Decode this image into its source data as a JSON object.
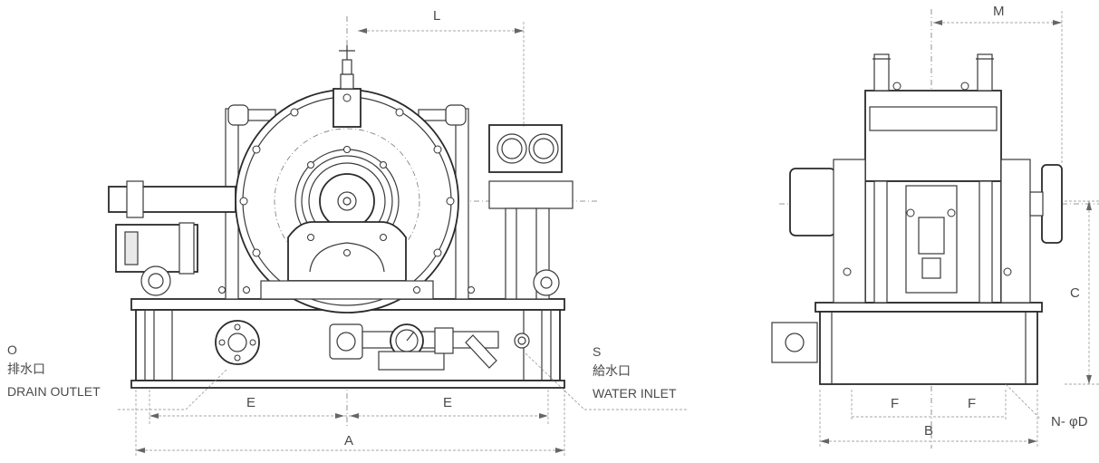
{
  "dimensions": {
    "A": "A",
    "B": "B",
    "C": "C",
    "E_left": "E",
    "E_right": "E",
    "F_left": "F",
    "F_right": "F",
    "L": "L",
    "M": "M",
    "N_phi_D": "N- φD"
  },
  "drain_outlet": {
    "code": "O",
    "japanese": "排水口",
    "english": "DRAIN OUTLET"
  },
  "water_inlet": {
    "code": "S",
    "japanese": "給水口",
    "english": "WATER INLET"
  }
}
